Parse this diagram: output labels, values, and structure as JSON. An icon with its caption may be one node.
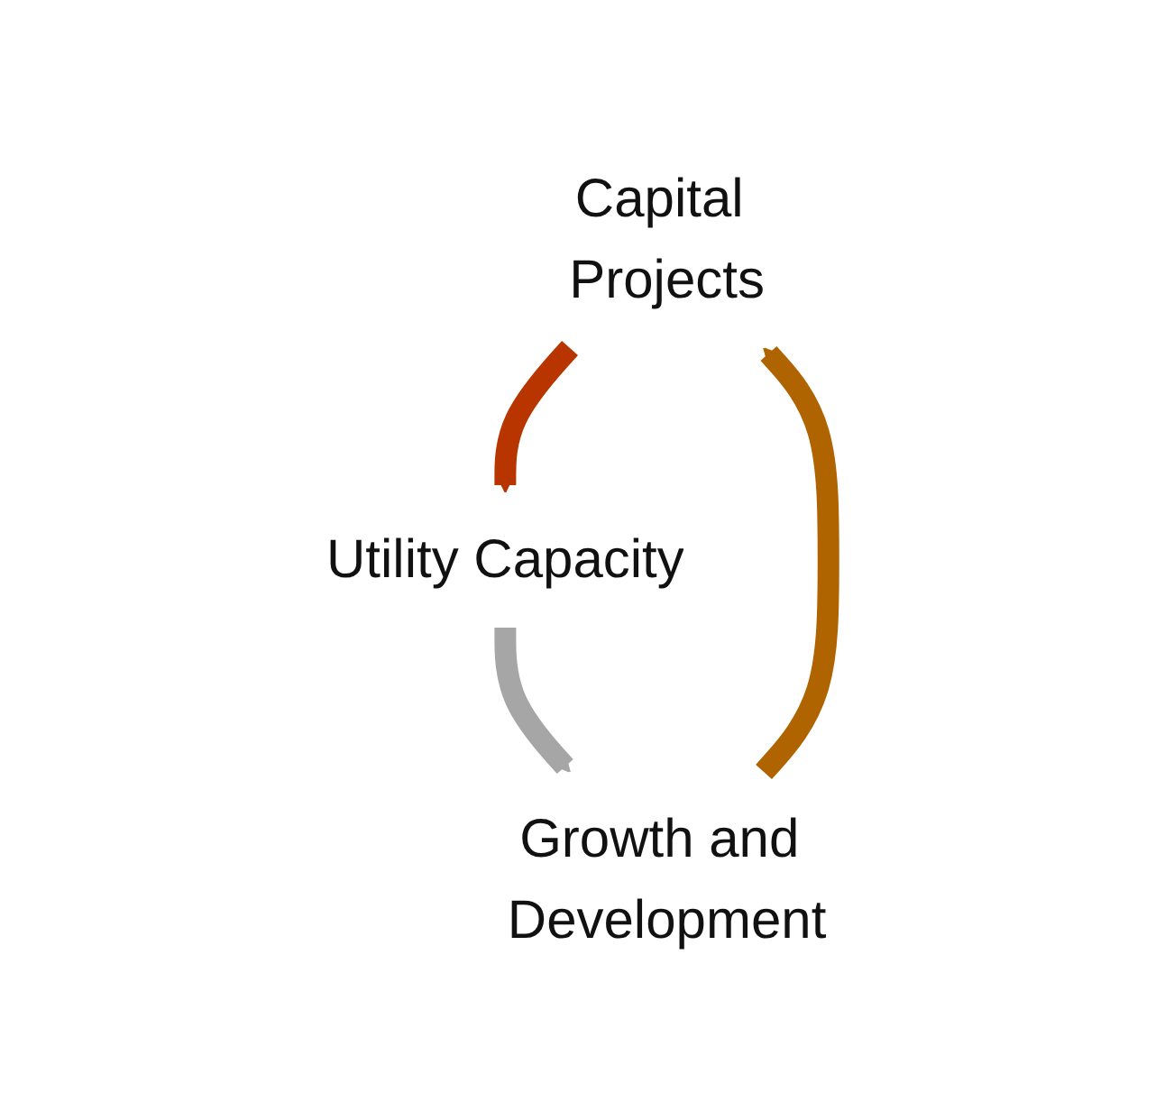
{
  "diagram": {
    "nodes": [
      {
        "text": [
          "Capital Projects"
        ]
      },
      {
        "text": [
          "Utility Capacity"
        ]
      },
      {
        "text": [
          "Growth and Development"
        ]
      }
    ],
    "edges": [
      {
        "from": 0,
        "to": 1,
        "arrow": "to",
        "color": "#b83500"
      },
      {
        "from": 1,
        "to": 2,
        "arrow": "to",
        "color": "#a6a6a6"
      },
      {
        "from": 2,
        "to": 0,
        "arrow": "to",
        "color": "#b06400"
      }
    ]
  }
}
